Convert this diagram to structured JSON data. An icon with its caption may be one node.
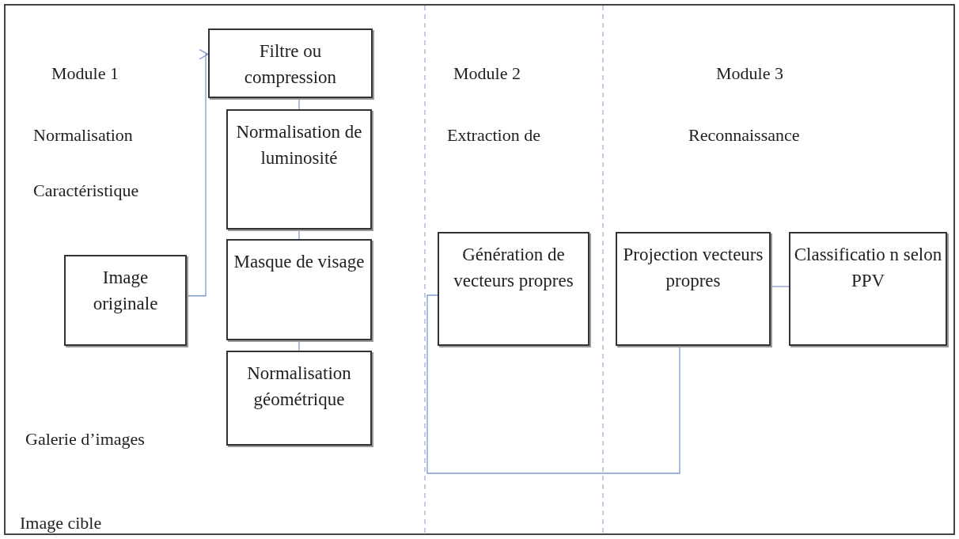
{
  "diagram": {
    "nodes": [
      {
        "text": [
          "Image originale"
        ]
      },
      {
        "text": [
          "Filtre ou compression"
        ]
      },
      {
        "text": [
          "Normalisation de luminosité"
        ]
      },
      {
        "text": [
          "Masque de visage"
        ]
      },
      {
        "text": [
          "Normalisation géométrique"
        ]
      },
      {
        "text": [
          "Génération de vecteurs propres"
        ]
      },
      {
        "text": [
          "Projection vecteurs propres"
        ]
      },
      {
        "text": [
          "Classificatio n selon PPV"
        ]
      }
    ],
    "edges": [
      {
        "from": 0,
        "to": 1,
        "arrow": "to"
      },
      {
        "from": 1,
        "to": 2,
        "arrow": "none"
      },
      {
        "from": 2,
        "to": 3,
        "arrow": "none"
      },
      {
        "from": 3,
        "to": 4,
        "arrow": "none"
      },
      {
        "from": 5,
        "to": 6,
        "arrow": "none"
      },
      {
        "from": 6,
        "to": 7,
        "arrow": "none"
      }
    ],
    "labels": [
      "Module 1",
      "Normalisation",
      "Caractéristique",
      "Module 2",
      "Extraction de",
      "Module 3",
      "Reconnaissance",
      "Galerie d’images",
      "Image cible"
    ]
  }
}
